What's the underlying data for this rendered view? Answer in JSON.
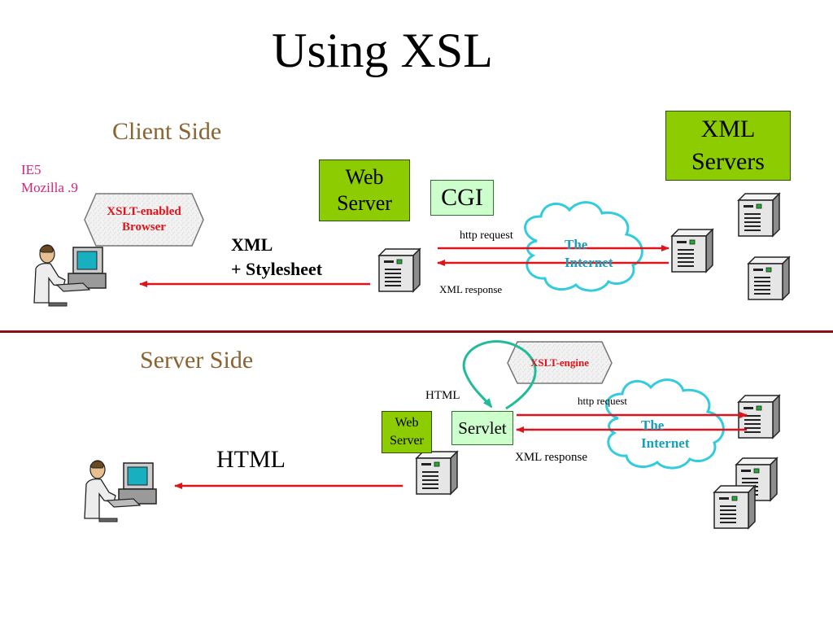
{
  "title": "Using XSL",
  "client": {
    "section_label": "Client Side",
    "browser_versions": [
      "IE5",
      "Mozilla .9"
    ],
    "browser_label_line1": "XSLT-enabled",
    "browser_label_line2": "Browser",
    "web_server_line1": "Web",
    "web_server_line2": "Server",
    "cgi_label": "CGI",
    "xml_servers_line1": "XML",
    "xml_servers_line2": "Servers",
    "payload_line1": "XML",
    "payload_line2": "+ Stylesheet",
    "http_request": "http request",
    "xml_response": "XML response",
    "internet_line1": "The",
    "internet_line2": "Internet"
  },
  "server": {
    "section_label": "Server Side",
    "engine_label": "XSLT-engine",
    "html_small": "HTML",
    "web_server_line1": "Web",
    "web_server_line2": "Server",
    "servlet_label": "Servlet",
    "http_request": "http request",
    "xml_response": "XML response",
    "internet_line1": "The",
    "internet_line2": "Internet",
    "html_label": "HTML"
  },
  "colors": {
    "arrow": "#e0131b",
    "cloud": "#33ccdd",
    "curve": "#22bb99",
    "divider": "#8c0f14",
    "green_box": "#8ccc00",
    "light_green_box": "#ccffcc",
    "section_label": "#8b6331",
    "version_text": "#d6247a"
  },
  "icons": [
    "user-at-computer-icon",
    "server-tower-icon",
    "internet-cloud-icon",
    "engine-badge-shape"
  ]
}
